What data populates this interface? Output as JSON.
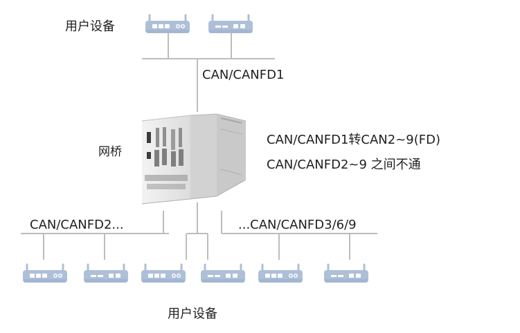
{
  "diagram": {
    "top_user_label": "用户设备",
    "top_bus_label": "CAN/CANFD1",
    "gateway_label": "网桥",
    "description_line_1": "CAN/CANFD1转CAN2~9(FD)",
    "description_line_2": "CAN/CANFD2~9 之间不通",
    "left_bus_label": "CAN/CANFD2...",
    "right_bus_label": "...CAN/CANFD3/6/9",
    "bottom_user_label": "用户设备"
  },
  "colors": {
    "line": "#bcbcbc",
    "device": "#aebfd8",
    "device_shadow": "#8ea5c6",
    "device_mark": "#ffffff",
    "gateway_body": "#e6e6e6",
    "gateway_dark": "#3d3d3d",
    "gateway_shadow": "#bdbdbd"
  }
}
